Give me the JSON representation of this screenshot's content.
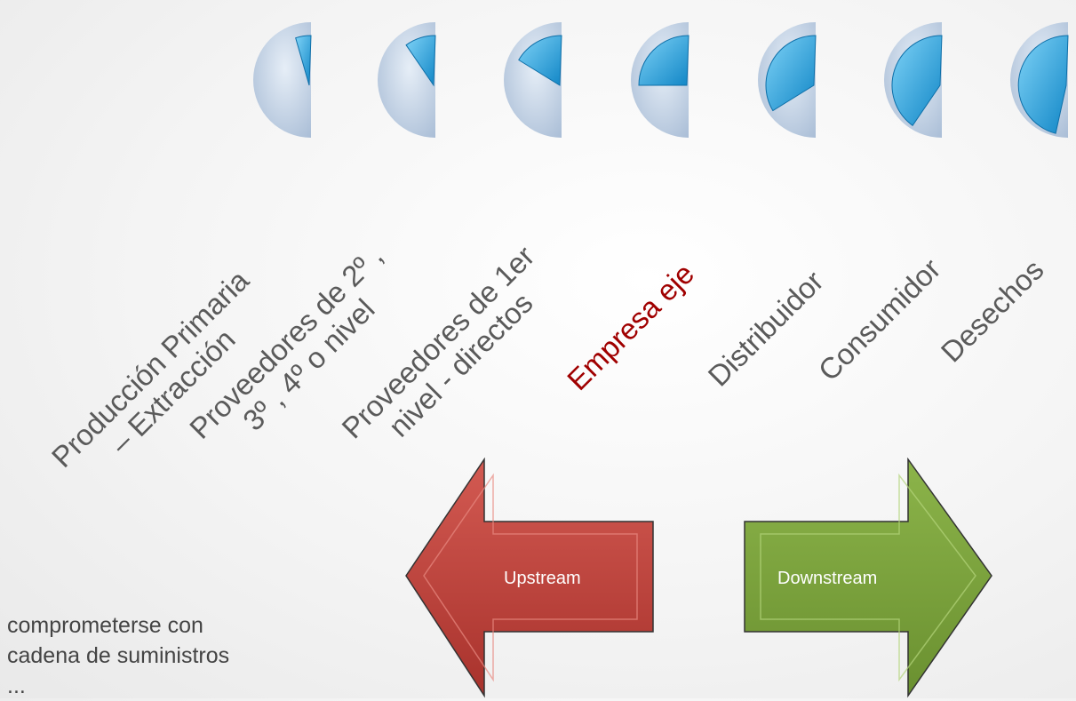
{
  "stages": [
    {
      "lines": [
        "Producción Primaria",
        "– Extracción"
      ],
      "fill": 0.1,
      "highlight": false
    },
    {
      "lines": [
        "Proveedores de 2º ,",
        "3º , 4º o nivel"
      ],
      "fill": 0.2,
      "highlight": false
    },
    {
      "lines": [
        "Proveedores de 1er",
        "nivel -  directos"
      ],
      "fill": 0.33,
      "highlight": false
    },
    {
      "lines": [
        "Empresa eje"
      ],
      "fill": 0.5,
      "highlight": true
    },
    {
      "lines": [
        "Distribuidor"
      ],
      "fill": 0.67,
      "highlight": false
    },
    {
      "lines": [
        "Consumidor"
      ],
      "fill": 0.8,
      "highlight": false
    },
    {
      "lines": [
        "Desechos"
      ],
      "fill": 0.92,
      "highlight": false
    }
  ],
  "arrows": {
    "upstream_label": "Upstream",
    "downstream_label": "Downstream"
  },
  "bottom_text": {
    "line1": "comprometerse con",
    "line2": "cadena de suministros",
    "line3": "..."
  },
  "colors": {
    "disc": "#c7d5e6",
    "wedge": "#2aa5e0",
    "upstream": "#c0433d",
    "downstream": "#78a03a",
    "label": "#5a5a5a",
    "highlight": "#a00000"
  }
}
